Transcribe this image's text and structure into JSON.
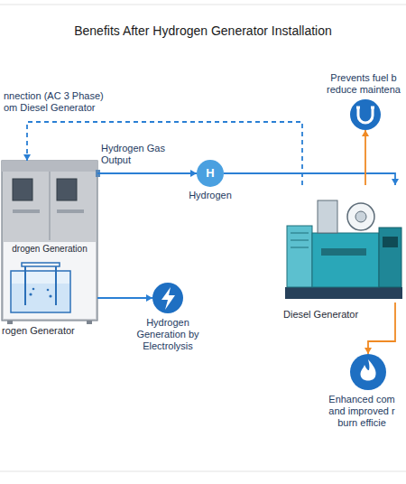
{
  "diagram": {
    "title": "Benefits After Hydrogen Generator Installation",
    "nodes": [
      {
        "text": [
          "drogen Generation",
          "rogen Generator"
        ]
      },
      {
        "text": [
          "H",
          "Hydrogen"
        ]
      },
      {
        "text": [
          "Diesel Generator"
        ]
      },
      {
        "text": [
          "Hydrogen Generation by Electrolysis"
        ]
      },
      {
        "text": [
          "Prevents fuel b reduce maintena"
        ]
      },
      {
        "text": [
          "Enhanced com and improved r burn efficie"
        ]
      }
    ],
    "edges": [
      {
        "from": 0,
        "to": 1,
        "arrow": "to"
      },
      {
        "from": 1,
        "to": 2,
        "arrow": "to"
      },
      {
        "from": 2,
        "to": 0,
        "arrow": "to"
      },
      {
        "from": 0,
        "to": 3,
        "arrow": "to"
      },
      {
        "from": 2,
        "to": 4,
        "arrow": "to"
      },
      {
        "from": 2,
        "to": 5,
        "arrow": "to"
      }
    ],
    "labels": [
      "nnection (AC 3 Phase) om Diesel Generator",
      "Hydrogen Gas Output"
    ]
  }
}
